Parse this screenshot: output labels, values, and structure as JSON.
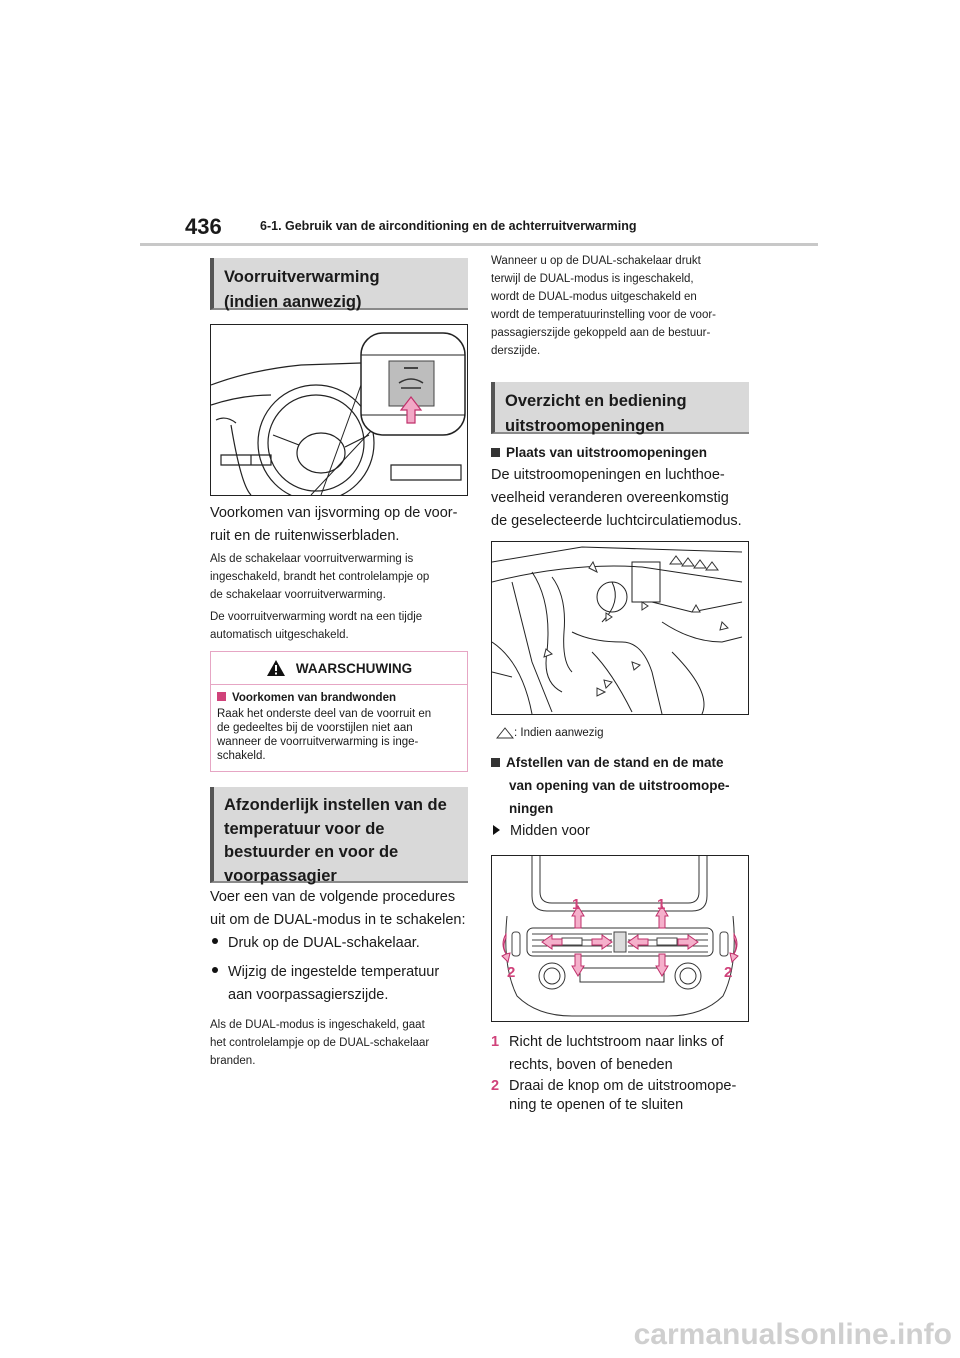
{
  "header": {
    "page_number": "436",
    "chapter": "6-1. Gebruik van de airconditioning en de achterruitverwarming"
  },
  "left": {
    "section1_title_1": "Voorruitverwarming",
    "section1_title_2": "(indien aanwezig)",
    "para1_line1": "Voorkomen van ijsvorming op de voor-",
    "para1_line2": "ruit en de ruitenwisserbladen.",
    "note1_line1": "Als de schakelaar voorruitverwarming is",
    "note1_line2": "ingeschakeld, brandt het controlelampje op",
    "note1_line3": "de schakelaar voorruitverwarming.",
    "note2_line1": "De voorruitverwarming wordt na een tijdje",
    "note2_line2": "automatisch uitgeschakeld.",
    "warning": {
      "title": "WAARSCHUWING",
      "subtitle": "Voorkomen van brandwonden",
      "line1": "Raak het onderste deel van de voorruit en",
      "line2": "de gedeeltes bij de voorstijlen niet aan",
      "line3": "wanneer de voorruitverwarming is inge-",
      "line4": "schakeld."
    },
    "section2_title_1": "Afzonderlijk instellen van de",
    "section2_title_2": "temperatuur voor de",
    "section2_title_3": "bestuurder en voor de",
    "section2_title_4": "voorpassagier",
    "para2_line1": "Voer een van de volgende procedures",
    "para2_line2": "uit om de DUAL-modus in te schakelen:",
    "bullet1": "Druk op de DUAL-schakelaar.",
    "bullet2_line1": "Wijzig de ingestelde temperatuur",
    "bullet2_line2": "aan voorpassagierszijde.",
    "note3_line1": "Als de DUAL-modus is ingeschakeld, gaat",
    "note3_line2": "het controlelampje op de DUAL-schakelaar",
    "note3_line3": "branden."
  },
  "right": {
    "note_line1": "Wanneer u op de DUAL-schakelaar drukt",
    "note_line2": "terwijl de DUAL-modus is ingeschakeld,",
    "note_line3": "wordt de DUAL-modus uitgeschakeld en",
    "note_line4": "wordt de temperatuurinstelling voor de voor-",
    "note_line5": "passagierszijde gekoppeld aan de bestuur-",
    "note_line6": "derszijde.",
    "section3_title_1": "Overzicht en bediening",
    "section3_title_2": "uitstroomopeningen",
    "sub1": "Plaats van uitstroomopeningen",
    "para3_line1": "De uitstroomopeningen en luchthoe-",
    "para3_line2": "veelheid veranderen overeenkomstig",
    "para3_line3": "de geselecteerde luchtcirculatiemodus.",
    "legend": ": Indien aanwezig",
    "sub2_line1": "Afstellen van de stand en de mate",
    "sub2_line2": "van opening van de uitstroomope-",
    "sub2_line3": "ningen",
    "tri_item": "Midden voor",
    "fig_label_1": "1",
    "fig_label_2": "2",
    "step1_num": "1",
    "step1_line1": "Richt de luchtstroom naar links of",
    "step1_line2": "rechts, boven of beneden",
    "step2_num": "2",
    "step2_line1": "Draai de knop om de uitstroomope-",
    "step2_line2": "ning te openen of te sluiten"
  },
  "footer": {
    "watermark": "carmanualsonline.info"
  }
}
